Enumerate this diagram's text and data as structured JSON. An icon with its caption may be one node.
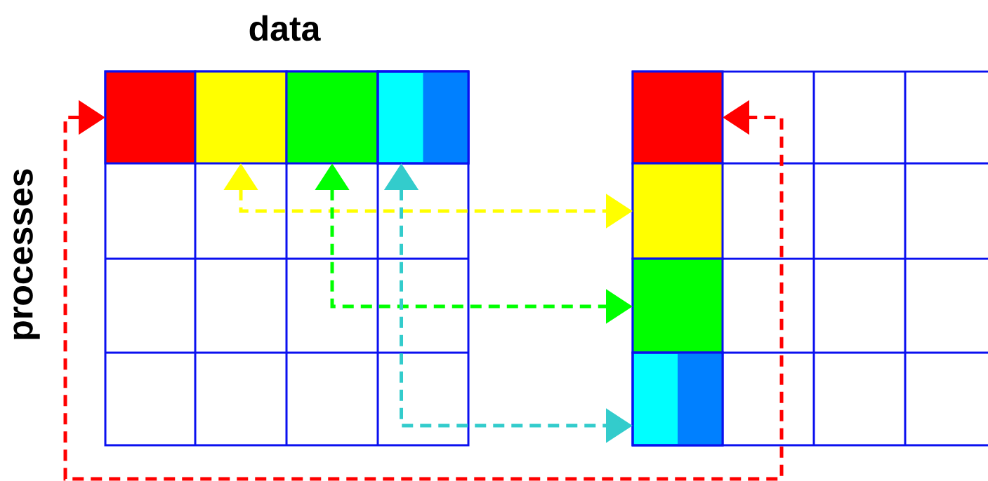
{
  "diagram": {
    "nodes": [
      {
        "text": [],
        "shape": "box"
      },
      {
        "text": [],
        "shape": "box",
        "in": 0
      },
      {
        "text": [],
        "shape": "box",
        "in": 0
      },
      {
        "text": [],
        "shape": "box",
        "in": 0
      },
      {
        "text": [],
        "shape": "box",
        "in": 0
      },
      {
        "text": [],
        "shape": "box"
      },
      {
        "text": [],
        "shape": "box",
        "in": 5
      },
      {
        "text": [],
        "shape": "box",
        "in": 5
      },
      {
        "text": [],
        "shape": "box",
        "in": 5
      },
      {
        "text": [],
        "shape": "box",
        "in": 5
      }
    ],
    "edges": [
      {
        "from": 1,
        "to": 6,
        "arrow": "both",
        "style": "dashed",
        "color": "#ff0000"
      },
      {
        "from": 2,
        "to": 7,
        "arrow": "both",
        "style": "dashed",
        "color": "#ffff00"
      },
      {
        "from": 3,
        "to": 8,
        "arrow": "both",
        "style": "dashed",
        "color": "#00ff00"
      },
      {
        "from": 4,
        "to": 9,
        "arrow": "both",
        "style": "dashed",
        "color": "#33cccc"
      }
    ],
    "labels": [
      "data",
      "processes"
    ]
  }
}
